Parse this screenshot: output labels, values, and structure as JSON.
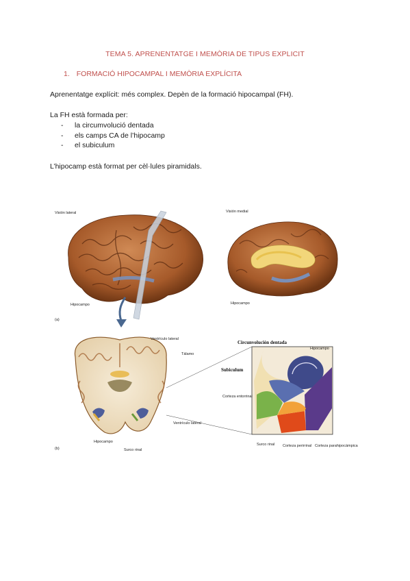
{
  "document": {
    "title": "TEMA 5. APRENENTATGE I MEMÒRIA DE TIPUS EXPLICIT",
    "section": {
      "number": "1.",
      "title": "FORMACIÓ HIPOCAMPAL I MEMÒRIA EXPLÍCITA"
    },
    "paragraph1": "Aprenentatge explícit: més complex. Depèn de la formació hipocampal (FH).",
    "paragraph2": "La FH està formada per:",
    "list_items": [
      "la circumvolució dentada",
      "els camps CA de l’hipocamp",
      "el subiculum"
    ],
    "paragraph3": "L’hipocamp està format per cèl·lules piramidals."
  },
  "figure": {
    "labels": {
      "vision_lateral": "Visión lateral",
      "vision_medial": "Visión medial",
      "hipocampo_a": "Hipocampo",
      "hipocampo_medial": "Hipocampo",
      "panel_a": "(a)",
      "panel_b": "(b)",
      "ventriculo_lateral_top": "Ventrículo lateral",
      "talamo": "Tálamo",
      "ventriculo_lateral_bottom": "Ventrículo lateral",
      "hipocampo_b": "Hipocampo",
      "surco_rinal_left": "Surco rinal",
      "circunvolucion_dentada": "Circunvolución dentada",
      "hipocampo_detail": "Hipocampo",
      "subiculum": "Subiculum",
      "corteza_entorrinal": "Corteza entorrinal",
      "surco_rinal_right": "Surco rinal",
      "corteza_perirrinal": "Corteza perirrinal",
      "corteza_parahipocampica": "Corteza parahipocámpica"
    }
  }
}
